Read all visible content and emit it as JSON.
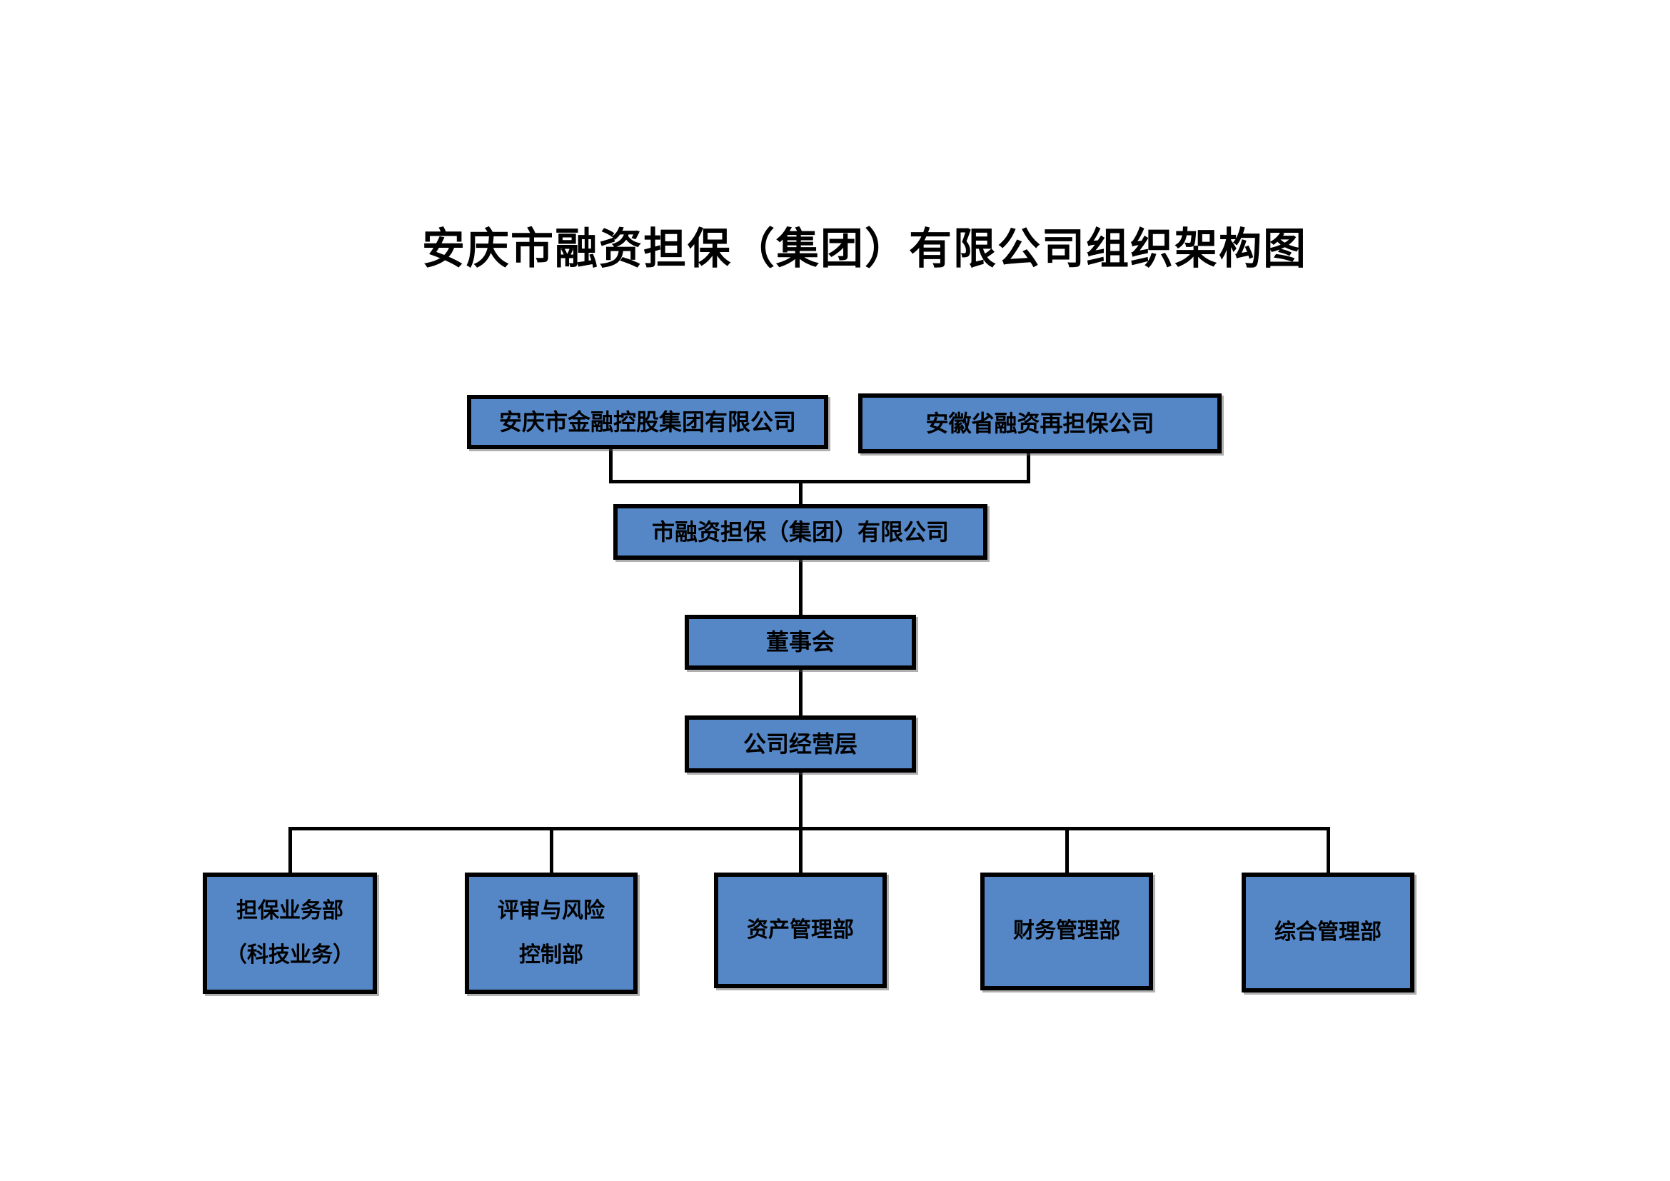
{
  "title": "安庆市融资担保（集团）有限公司组织架构图",
  "colors": {
    "box_fill": "#5587C7",
    "box_border": "#000000",
    "line": "#000000",
    "text": "#000000",
    "background": "#FFFFFF"
  },
  "nodes": {
    "parent_left": {
      "label": "安庆市金融控股集团有限公司"
    },
    "parent_right": {
      "label": "安徽省融资再担保公司"
    },
    "company": {
      "label": "市融资担保（集团）有限公司"
    },
    "board": {
      "label": "董事会"
    },
    "management": {
      "label": "公司经营层"
    },
    "departments": [
      {
        "lines": [
          "担保业务部",
          "（科技业务）"
        ]
      },
      {
        "lines": [
          "评审与风险",
          "控制部"
        ]
      },
      {
        "lines": [
          "资产管理部"
        ]
      },
      {
        "lines": [
          "财务管理部"
        ]
      },
      {
        "lines": [
          "综合管理部"
        ]
      }
    ]
  }
}
